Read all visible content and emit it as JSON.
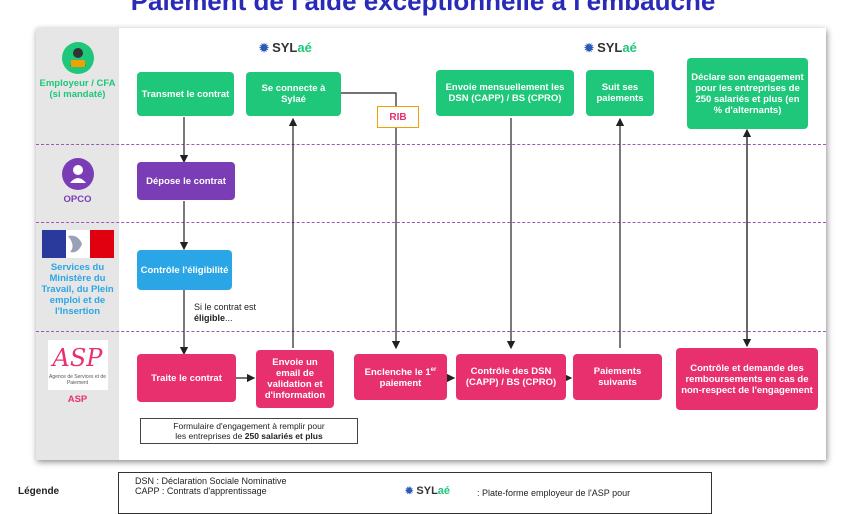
{
  "title": "Paiement de l'aide exceptionnelle à l'embauche",
  "actors": [
    {
      "label": "Employeur / CFA (si mandaté)"
    },
    {
      "label": "OPCO"
    },
    {
      "label": "Services du Ministère du Travail, du Plein emploi et de l'Insertion"
    },
    {
      "label": "ASP"
    }
  ],
  "asp_logo": {
    "mark": "ASP",
    "sub": "Agence de Services et de Paiement"
  },
  "sylae": {
    "prefix": "SYL",
    "suffix": "aé"
  },
  "nodes": {
    "transmet": "Transmet le contrat",
    "connecte": "Se connecte à Sylaé",
    "envoie_dsn": "Envoie mensuellement les DSN (CAPP) / BS (CPRO)",
    "suit": "Suit ses paiements",
    "declare": "Déclare son engagement pour les entreprises de 250 salariés et plus (en % d'alternants)",
    "depose": "Dépose le contrat",
    "controle_elig": "Contrôle l'éligibilité",
    "traite": "Traite le contrat",
    "envoie_email": "Envoie un email de validation et d'information",
    "enclenche": "Enclenche le 1",
    "enclenche_sup": "er",
    "enclenche_end": " paiement",
    "controle_dsn": "Contrôle des DSN (CAPP) / BS (CPRO)",
    "paiements": "Paiements suivants",
    "controle_demande": "Contrôle et demande des remboursements en cas de non-respect de l'engagement"
  },
  "rib": "RIB",
  "eligible_note": {
    "pre": "Si le contrat est ",
    "bold": "éligible",
    "post": "..."
  },
  "form_note": {
    "line1": "Formulaire d'engagement à remplir pour",
    "line2_pre": "les entreprises de ",
    "line2_bold": "250 salariés et plus"
  },
  "legend": {
    "title": "Légende",
    "dsn": "DSN : Déclaration Sociale Nominative",
    "capp": "CAPP : Contrats d'apprentissage",
    "sylae_desc": ": Plate-forme employeur de l'ASP pour"
  }
}
